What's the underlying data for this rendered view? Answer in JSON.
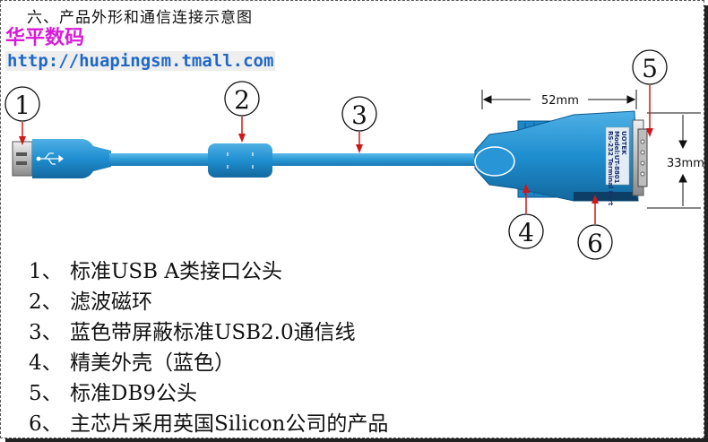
{
  "header": {
    "title": "六、产品外形和通信连接示意图",
    "brand": "华平数码",
    "url": "http://huapingsm.tmall.com"
  },
  "callouts": {
    "n1": "1",
    "n2": "2",
    "n3": "3",
    "n4": "4",
    "n5": "5",
    "n6": "6"
  },
  "dimensions": {
    "length": "52mm",
    "height": "33mm"
  },
  "device_label": {
    "logo": "UOTEK",
    "line1": "Model:UT-8801",
    "line2": "RS-232 Terminal Port"
  },
  "legend": [
    {
      "num": "1、",
      "text": "标准USB A类接口公头"
    },
    {
      "num": "2、",
      "text": "滤波磁环"
    },
    {
      "num": "3、",
      "text": "蓝色带屏蔽标准USB2.0通信线"
    },
    {
      "num": "4、",
      "text": "精美外壳（蓝色）"
    },
    {
      "num": "5、",
      "text": "标准DB9公头"
    },
    {
      "num": "6、",
      "text": "主芯片采用英国Silicon公司的产品"
    }
  ],
  "colors": {
    "cable_blue": "#2a9ad6",
    "callout_red": "#d01818",
    "brand_magenta": "#d81bd8",
    "url_blue": "#1e68c8"
  }
}
